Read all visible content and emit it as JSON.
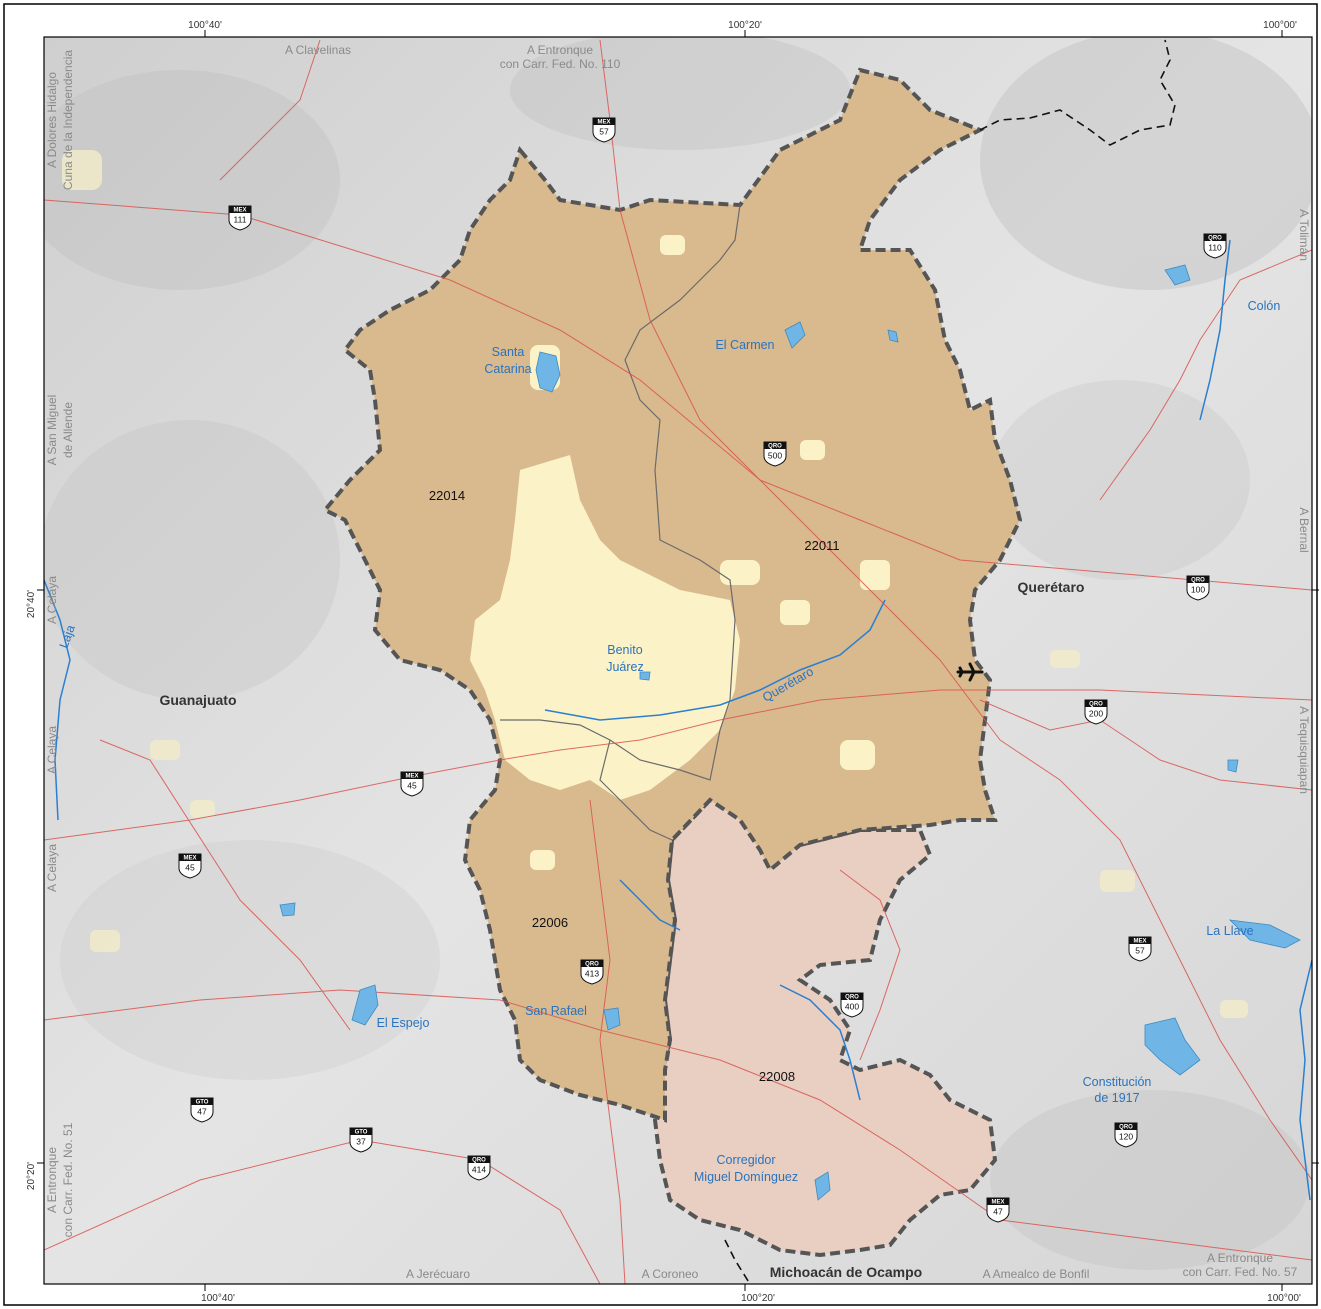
{
  "coordinates": {
    "top": [
      "100°40'",
      "100°20'",
      "100°00'"
    ],
    "bottom": [
      "100°40'",
      "100°20'",
      "100°00'"
    ],
    "left": [
      "20°40'",
      "20°20'"
    ]
  },
  "states": {
    "guanajuato": "Guanajuato",
    "queretaro": "Querétaro",
    "michoacan": "Michoacán de Ocampo"
  },
  "region_codes": {
    "r22014": "22014",
    "r22011": "22011",
    "r22006": "22006",
    "r22008": "22008"
  },
  "places": {
    "santa_catarina_1": "Santa",
    "santa_catarina_2": "Catarina",
    "el_carmen": "El Carmen",
    "benito_juarez_1": "Benito",
    "benito_juarez_2": "Juárez",
    "queretaro_river": "Querétaro",
    "colon": "Colón",
    "la_llave": "La Llave",
    "el_espejo": "El Espejo",
    "san_rafael": "San Rafael",
    "corregidor_1": "Corregidor",
    "corregidor_2": "Miguel Domínguez",
    "constitucion_1": "Constitución",
    "constitucion_2": "de 1917",
    "laja": "Laja"
  },
  "destinations": {
    "clavelinas": "A Clavelinas",
    "entronque_110_1": "A Entronque",
    "entronque_110_2": "con Carr. Fed. No. 110",
    "dolores_1": "A Dolores Hidalgo",
    "dolores_2": "Cuna de la Independencia",
    "san_miguel_1": "A San Miguel",
    "san_miguel_2": "de Allende",
    "celaya_1": "A Celaya",
    "celaya_2": "A Celaya",
    "celaya_3": "A Celaya",
    "entronque_51_1": "A Entronque",
    "entronque_51_2": "con Carr. Fed. No. 51",
    "jerecuaro": "A Jerécuaro",
    "coroneo": "A Coroneo",
    "amealco": "A Amealco de Bonfil",
    "entronque_57_1": "A Entronque",
    "entronque_57_2": "con Carr. Fed. No. 57",
    "tolimán": "A Tolimán",
    "bernal": "A Bernal",
    "tequisquiapan": "A Tequisquiapan"
  },
  "shields": [
    {
      "id": "mex57a",
      "type": "MEX",
      "number": "57"
    },
    {
      "id": "mex111",
      "type": "MEX",
      "number": "111"
    },
    {
      "id": "qro110",
      "type": "QRO",
      "number": "110"
    },
    {
      "id": "qro500",
      "type": "QRO",
      "number": "500"
    },
    {
      "id": "qro100",
      "type": "QRO",
      "number": "100"
    },
    {
      "id": "qro200",
      "type": "QRO",
      "number": "200"
    },
    {
      "id": "mex45a",
      "type": "MEX",
      "number": "45"
    },
    {
      "id": "mex45b",
      "type": "MEX",
      "number": "45"
    },
    {
      "id": "qro413",
      "type": "QRO",
      "number": "413"
    },
    {
      "id": "qro400",
      "type": "QRO",
      "number": "400"
    },
    {
      "id": "mex57b",
      "type": "MEX",
      "number": "57"
    },
    {
      "id": "gto47",
      "type": "GTO",
      "number": "47"
    },
    {
      "id": "gto37",
      "type": "GTO",
      "number": "37"
    },
    {
      "id": "qro414",
      "type": "QRO",
      "number": "414"
    },
    {
      "id": "qro120",
      "type": "QRO",
      "number": "120"
    },
    {
      "id": "mex47",
      "type": "MEX",
      "number": "47"
    }
  ],
  "colors": {
    "region_fill": "#d9b98e",
    "region_22008_fill": "#e8cfc1",
    "urban_fill": "#fbf3c7",
    "water": "#6fb6e6",
    "river": "#2b7fd0",
    "road": "#d9534f",
    "boundary": "#555555"
  },
  "icons": {
    "airport": "airplane-icon"
  }
}
